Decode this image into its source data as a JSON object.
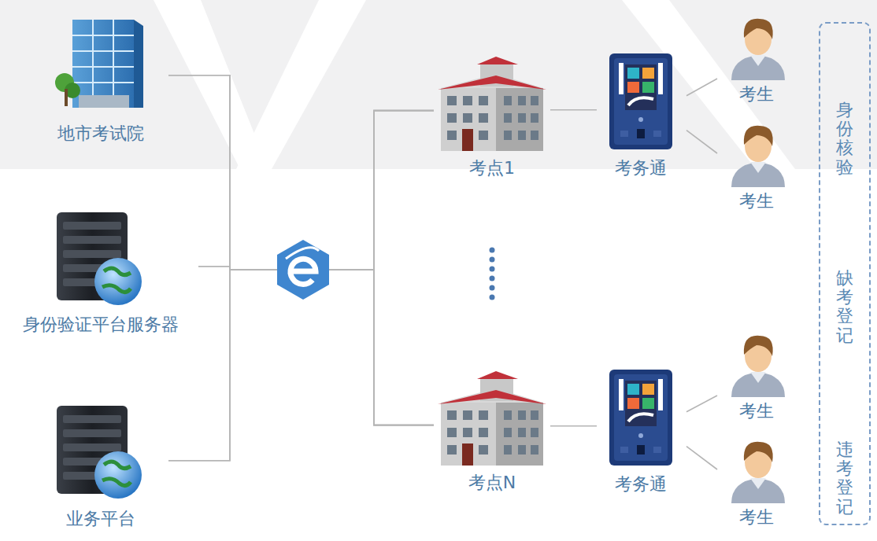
{
  "diagram": {
    "nodes": [
      {
        "text": [
          "地市考试院"
        ]
      },
      {
        "text": [
          "身份验证平台服务器"
        ]
      },
      {
        "text": [
          "业务平台"
        ]
      },
      {
        "text": [
          "考点1"
        ]
      },
      {
        "text": [
          "考务通"
        ]
      },
      {
        "text": [
          "考生"
        ]
      },
      {
        "text": [
          "考生"
        ]
      },
      {
        "text": [
          "考点N"
        ]
      },
      {
        "text": [
          "考务通"
        ]
      },
      {
        "text": [
          "考生"
        ]
      },
      {
        "text": [
          "考生"
        ]
      },
      {
        "text": [
          "身份核验",
          "缺考登记",
          "违考登记"
        ]
      }
    ],
    "edges": [
      {
        "from": 0,
        "to": 3,
        "arrow": "none"
      },
      {
        "from": 0,
        "to": 7,
        "arrow": "none"
      },
      {
        "from": 1,
        "to": 3,
        "arrow": "none"
      },
      {
        "from": 1,
        "to": 7,
        "arrow": "none"
      },
      {
        "from": 2,
        "to": 3,
        "arrow": "none"
      },
      {
        "from": 2,
        "to": 7,
        "arrow": "none"
      },
      {
        "from": 3,
        "to": 4,
        "arrow": "none"
      },
      {
        "from": 4,
        "to": 5,
        "arrow": "none"
      },
      {
        "from": 4,
        "to": 6,
        "arrow": "none"
      },
      {
        "from": 7,
        "to": 8,
        "arrow": "none"
      },
      {
        "from": 8,
        "to": 9,
        "arrow": "none"
      },
      {
        "from": 8,
        "to": 10,
        "arrow": "none"
      }
    ]
  }
}
